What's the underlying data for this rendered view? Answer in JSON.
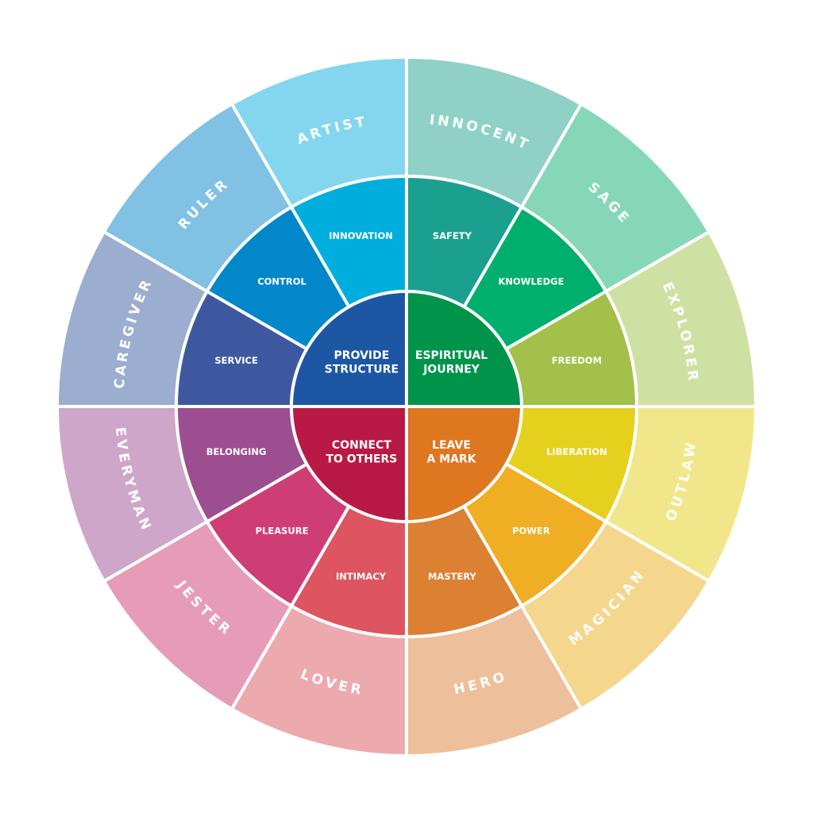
{
  "archetype_wheel": {
    "core": [
      {
        "lines": [
          "PROVIDE",
          "STRUCTURE"
        ],
        "color": "#1D57A3"
      },
      {
        "lines": [
          "ESPIRITUAL",
          "JOURNEY"
        ],
        "color": "#00934A"
      },
      {
        "lines": [
          "CONNECT",
          "TO OTHERS"
        ],
        "color": "#B81A45"
      },
      {
        "lines": [
          "LEAVE",
          "A MARK"
        ],
        "color": "#DE7720"
      }
    ],
    "segments": [
      {
        "archetype": "INNOCENT",
        "motivation": "SAFETY",
        "outer_color": "#8FD1C7",
        "middle_color": "#1BA090"
      },
      {
        "archetype": "SAGE",
        "motivation": "KNOWLEDGE",
        "outer_color": "#86D7B7",
        "middle_color": "#00AE6D"
      },
      {
        "archetype": "EXPLORER",
        "motivation": "FREEDOM",
        "outer_color": "#CFE0A3",
        "middle_color": "#A2C04A"
      },
      {
        "archetype": "OUTLAW",
        "motivation": "LIBERATION",
        "outer_color": "#F1E78A",
        "middle_color": "#E6D01E"
      },
      {
        "archetype": "MAGICIAN",
        "motivation": "POWER",
        "outer_color": "#F5D68D",
        "middle_color": "#EFAE23"
      },
      {
        "archetype": "HERO",
        "motivation": "MASTERY",
        "outer_color": "#EDBF9A",
        "middle_color": "#DC8032"
      },
      {
        "archetype": "LOVER",
        "motivation": "INTIMACY",
        "outer_color": "#ECAAAE",
        "middle_color": "#DC5560"
      },
      {
        "archetype": "JESTER",
        "motivation": "PLEASURE",
        "outer_color": "#E69CB7",
        "middle_color": "#CE3E75"
      },
      {
        "archetype": "EVERYMAN",
        "motivation": "BELONGING",
        "outer_color": "#CEA6C9",
        "middle_color": "#9D4E91"
      },
      {
        "archetype": "CAREGIVER",
        "motivation": "SERVICE",
        "outer_color": "#9BAECF",
        "middle_color": "#3E58A0"
      },
      {
        "archetype": "RULER",
        "motivation": "CONTROL",
        "outer_color": "#80C1E4",
        "middle_color": "#0187CA"
      },
      {
        "archetype": "ARTIST",
        "motivation": "INNOVATION",
        "outer_color": "#83D6EE",
        "middle_color": "#00AEDD"
      }
    ]
  }
}
